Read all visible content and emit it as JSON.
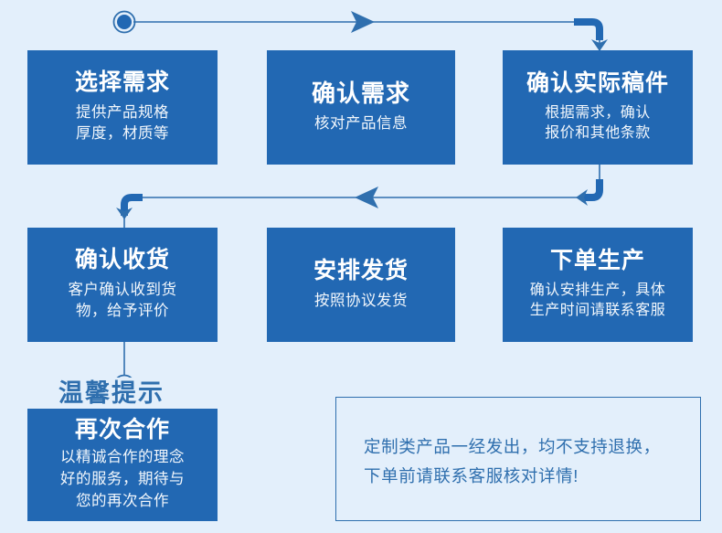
{
  "theme": {
    "background": "#e3effb",
    "box_fill": "#2268b3",
    "box_text": "#ffffff",
    "connector": "#2f6fae",
    "tip_text": "#2f6fae"
  },
  "flow": {
    "start_marker": "start-circle-icon",
    "end_marker": "end-circle-icon",
    "steps": [
      {
        "id": "select-demand",
        "title": "选择需求",
        "desc_lines": [
          "提供产品规格",
          "厚度，材质等"
        ]
      },
      {
        "id": "confirm-demand",
        "title": "确认需求",
        "desc_lines": [
          "核对产品信息"
        ]
      },
      {
        "id": "confirm-draft",
        "title": "确认实际稿件",
        "desc_lines": [
          "根据需求，确认",
          "报价和其他条款"
        ]
      },
      {
        "id": "confirm-receipt",
        "title": "确认收货",
        "desc_lines": [
          "客户确认收到货",
          "物，给予评价"
        ]
      },
      {
        "id": "arrange-ship",
        "title": "安排发货",
        "desc_lines": [
          "按照协议发货"
        ]
      },
      {
        "id": "place-order",
        "title": "下单生产",
        "desc_lines": [
          "确认安排生产，具体",
          "生产时间请联系客服"
        ]
      },
      {
        "id": "cooperate-again",
        "title": "再次合作",
        "desc_lines": [
          "以精诚合作的理念",
          "好的服务，期待与",
          "您的再次合作"
        ]
      }
    ]
  },
  "tip": {
    "title": "温馨提示",
    "lines": [
      "定制类产品一经发出，均不支持退换，",
      "下单前请联系客服核对详情!"
    ]
  }
}
